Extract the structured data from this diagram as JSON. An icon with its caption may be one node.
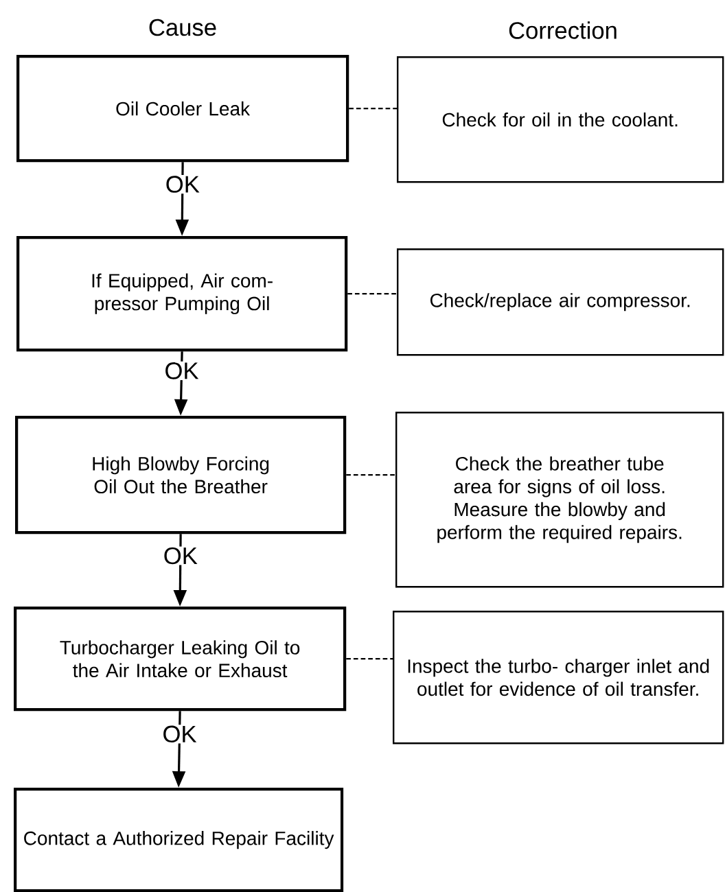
{
  "diagram": {
    "nodes": [
      {
        "text": [
          "Oil Cooler Leak"
        ]
      },
      {
        "text": [
          "Check for oil in the coolant."
        ]
      },
      {
        "text": [
          "If Equipped, Air com- pressor Pumping Oil"
        ]
      },
      {
        "text": [
          "Check/replace air compressor."
        ]
      },
      {
        "text": [
          "High Blowby Forcing Oil Out the Breather"
        ]
      },
      {
        "text": [
          "Check the breather tube area for signs of oil loss. Measure the blowby and perform the required repairs."
        ]
      },
      {
        "text": [
          "Turbocharger Leaking Oil to the Air Intake or Exhaust"
        ]
      },
      {
        "text": [
          "Inspect the turbo- charger inlet and outlet for evidence of oil transfer."
        ]
      },
      {
        "text": [
          "Contact a Authorized Repair Facility"
        ]
      }
    ],
    "edges": [
      {
        "from": 0,
        "to": 1,
        "arrow": "none",
        "style": "dashed"
      },
      {
        "from": 0,
        "to": 2,
        "arrow": "to",
        "label": "OK"
      },
      {
        "from": 2,
        "to": 3,
        "arrow": "none",
        "style": "dashed"
      },
      {
        "from": 2,
        "to": 4,
        "arrow": "to",
        "label": "OK"
      },
      {
        "from": 4,
        "to": 5,
        "arrow": "none",
        "style": "dashed"
      },
      {
        "from": 4,
        "to": 6,
        "arrow": "to",
        "label": "OK"
      },
      {
        "from": 6,
        "to": 7,
        "arrow": "none",
        "style": "dashed"
      },
      {
        "from": 6,
        "to": 8,
        "arrow": "to",
        "label": "OK"
      }
    ],
    "labels": [
      "Cause",
      "Correction"
    ]
  }
}
